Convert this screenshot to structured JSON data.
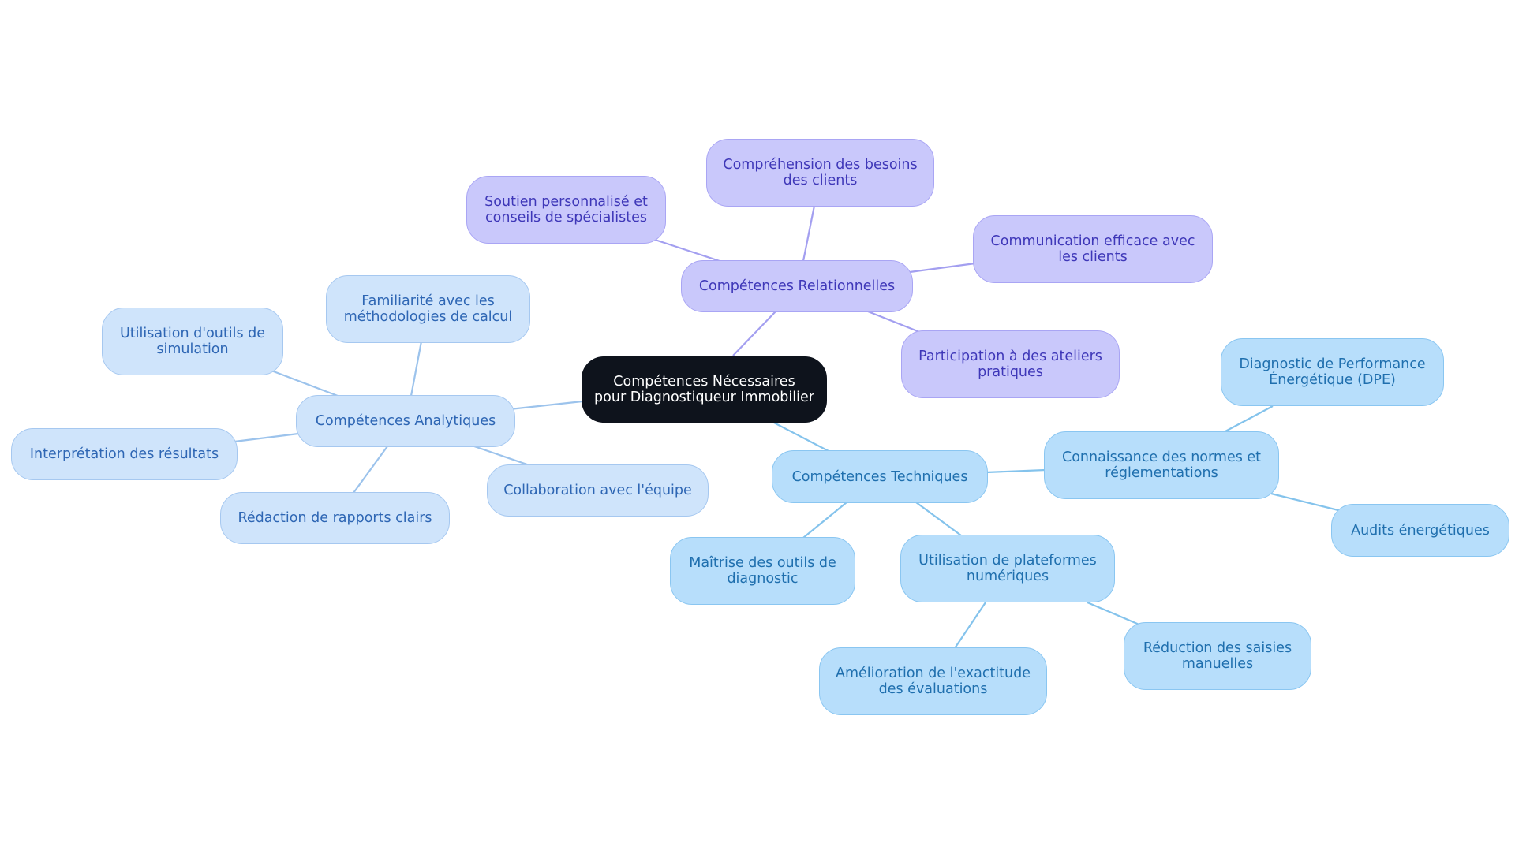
{
  "diagram": {
    "root": "Compétences Nécessaires\npour Diagnostiqueur Immobilier",
    "relationnelles": {
      "label": "Compétences Relationnelles",
      "children": [
        "Soutien personnalisé et\nconseils de spécialistes",
        "Compréhension des besoins\ndes clients",
        "Communication efficace avec\nles clients",
        "Participation à des ateliers\npratiques"
      ]
    },
    "analytiques": {
      "label": "Compétences Analytiques",
      "children": [
        "Familiarité avec les\nméthodologies de calcul",
        "Utilisation d'outils de\nsimulation",
        "Interprétation des résultats",
        "Rédaction de rapports clairs",
        "Collaboration avec l'équipe"
      ]
    },
    "techniques": {
      "label": "Compétences Techniques",
      "children": {
        "normes": {
          "label": "Connaissance des normes et\nréglementations",
          "children": [
            "Diagnostic de Performance\nÉnergétique (DPE)",
            "Audits énergétiques"
          ]
        },
        "outils": "Maîtrise des outils de\ndiagnostic",
        "plateformes": {
          "label": "Utilisation de plateformes\nnumériques",
          "children": [
            "Amélioration de l'exactitude\ndes évaluations",
            "Réduction des saisies\nmanuelles"
          ]
        }
      }
    }
  },
  "colors": {
    "root": "#0e131c",
    "purple": "#c9c8fb",
    "light_blue": "#cfe4fb",
    "blue": "#b7defb"
  }
}
